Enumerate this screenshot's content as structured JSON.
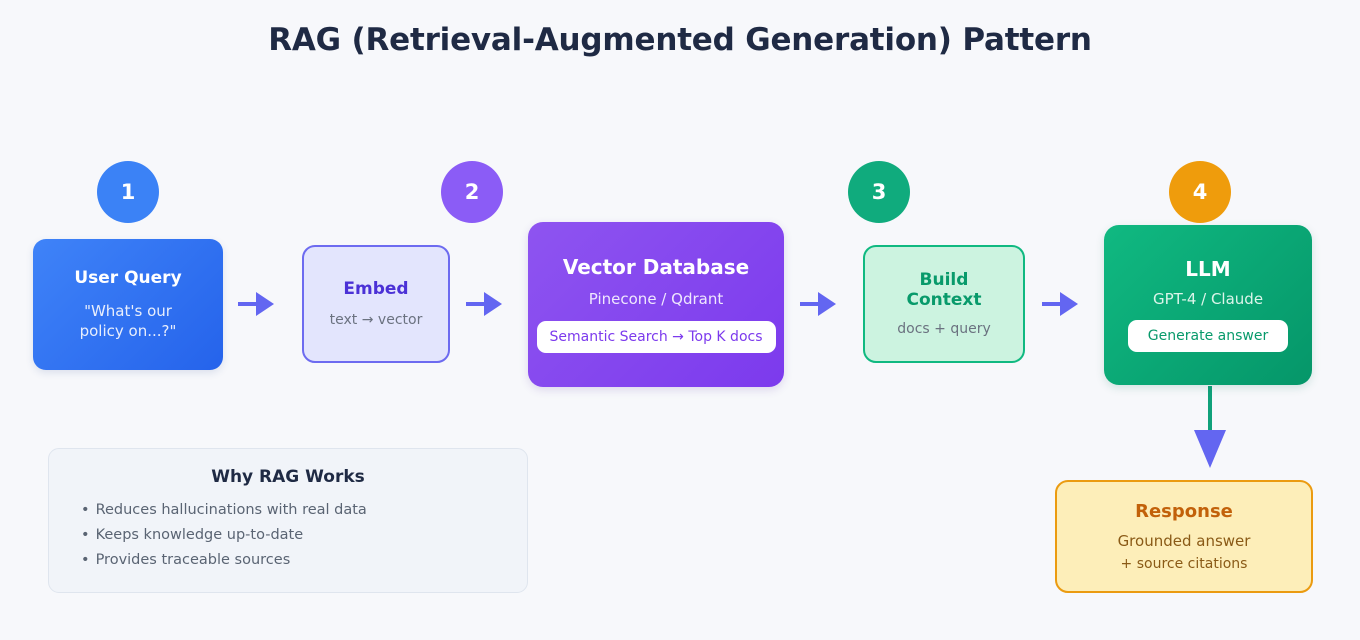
{
  "page": {
    "title": "RAG (Retrieval-Augmented Generation) Pattern",
    "background_color": "#f7f8fb"
  },
  "steps": [
    {
      "number": "1",
      "color": "#3b82f6"
    },
    {
      "number": "2",
      "color": "#8b5cf6"
    },
    {
      "number": "3",
      "color": "#10ab7d"
    },
    {
      "number": "4",
      "color": "#ef9c0c"
    }
  ],
  "nodes": {
    "user_query": {
      "title": "User Query",
      "subtitle": "\"What's our\npolicy on...?\"",
      "subtitle_line1": "\"What's our",
      "subtitle_line2": "policy on...?\"",
      "fill": "#3b82f6"
    },
    "embed": {
      "title": "Embed",
      "subtitle": "text → vector",
      "fill": "#e3e5fd",
      "border": "#6d6bf0"
    },
    "vector_database": {
      "title": "Vector Database",
      "subtitle": "Pinecone / Qdrant",
      "pill": "Semantic Search → Top K docs",
      "fill": "#7c3aed"
    },
    "build_context": {
      "title_line1": "Build",
      "title_line2": "Context",
      "subtitle": "docs + query",
      "fill": "#ccf3e0",
      "border": "#10b981"
    },
    "llm": {
      "title": "LLM",
      "subtitle": "GPT-4 / Claude",
      "pill": "Generate answer",
      "fill": "#10b981"
    },
    "response": {
      "title": "Response",
      "subtitle": "Grounded answer",
      "subtitle2": "+ source citations",
      "fill": "#fdeeb9",
      "border": "#eb9b10"
    }
  },
  "why_panel": {
    "title": "Why RAG Works",
    "bullet_char": "•",
    "items": [
      "Reduces hallucinations with real data",
      "Keeps knowledge up-to-date",
      "Provides traceable sources"
    ]
  },
  "connectors": {
    "arrow_color": "#6366f1",
    "vertical_stem_color": "#10a17a"
  }
}
